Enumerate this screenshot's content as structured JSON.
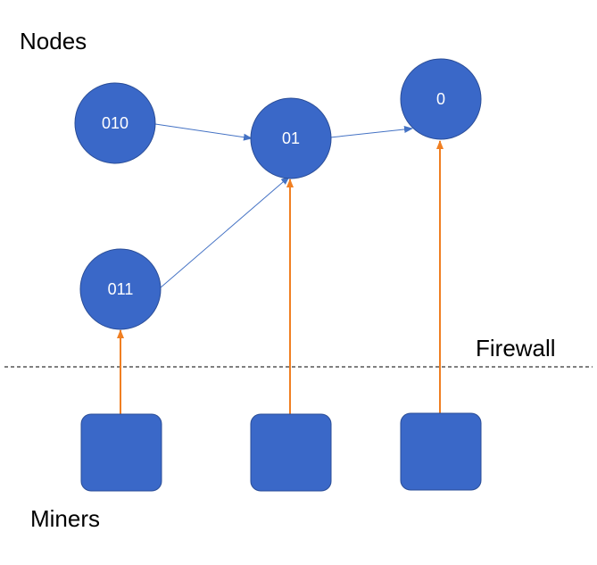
{
  "labels": {
    "nodes": "Nodes",
    "firewall": "Firewall",
    "miners": "Miners"
  },
  "nodes": [
    {
      "id": "010",
      "label": "010"
    },
    {
      "id": "01",
      "label": "01"
    },
    {
      "id": "0",
      "label": "0"
    },
    {
      "id": "011",
      "label": "011"
    }
  ],
  "miners": [
    {
      "id": "miner-1",
      "connects_to": "011"
    },
    {
      "id": "miner-2",
      "connects_to": "01"
    },
    {
      "id": "miner-3",
      "connects_to": "0"
    }
  ],
  "node_links": [
    {
      "from": "010",
      "to": "01"
    },
    {
      "from": "011",
      "to": "01"
    },
    {
      "from": "01",
      "to": "0"
    }
  ],
  "colors": {
    "node_fill": "#3a68c8",
    "node_stroke": "#2a4d97",
    "miner_fill": "#3a68c8",
    "node_link": "#4472c4",
    "miner_link": "#f07f22",
    "firewall_line": "#000000"
  }
}
